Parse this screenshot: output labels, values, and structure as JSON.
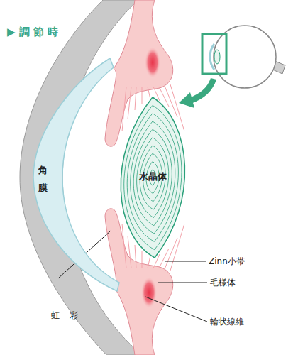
{
  "diagram": {
    "title": "▶ 調 節 時",
    "nodes": [
      {
        "text": [
          "角 膜"
        ]
      },
      {
        "text": [
          "水晶体"
        ]
      }
    ],
    "labels": [
      "Zinn小帯",
      "毛様体",
      "輪状線維",
      "虹 彩"
    ]
  }
}
